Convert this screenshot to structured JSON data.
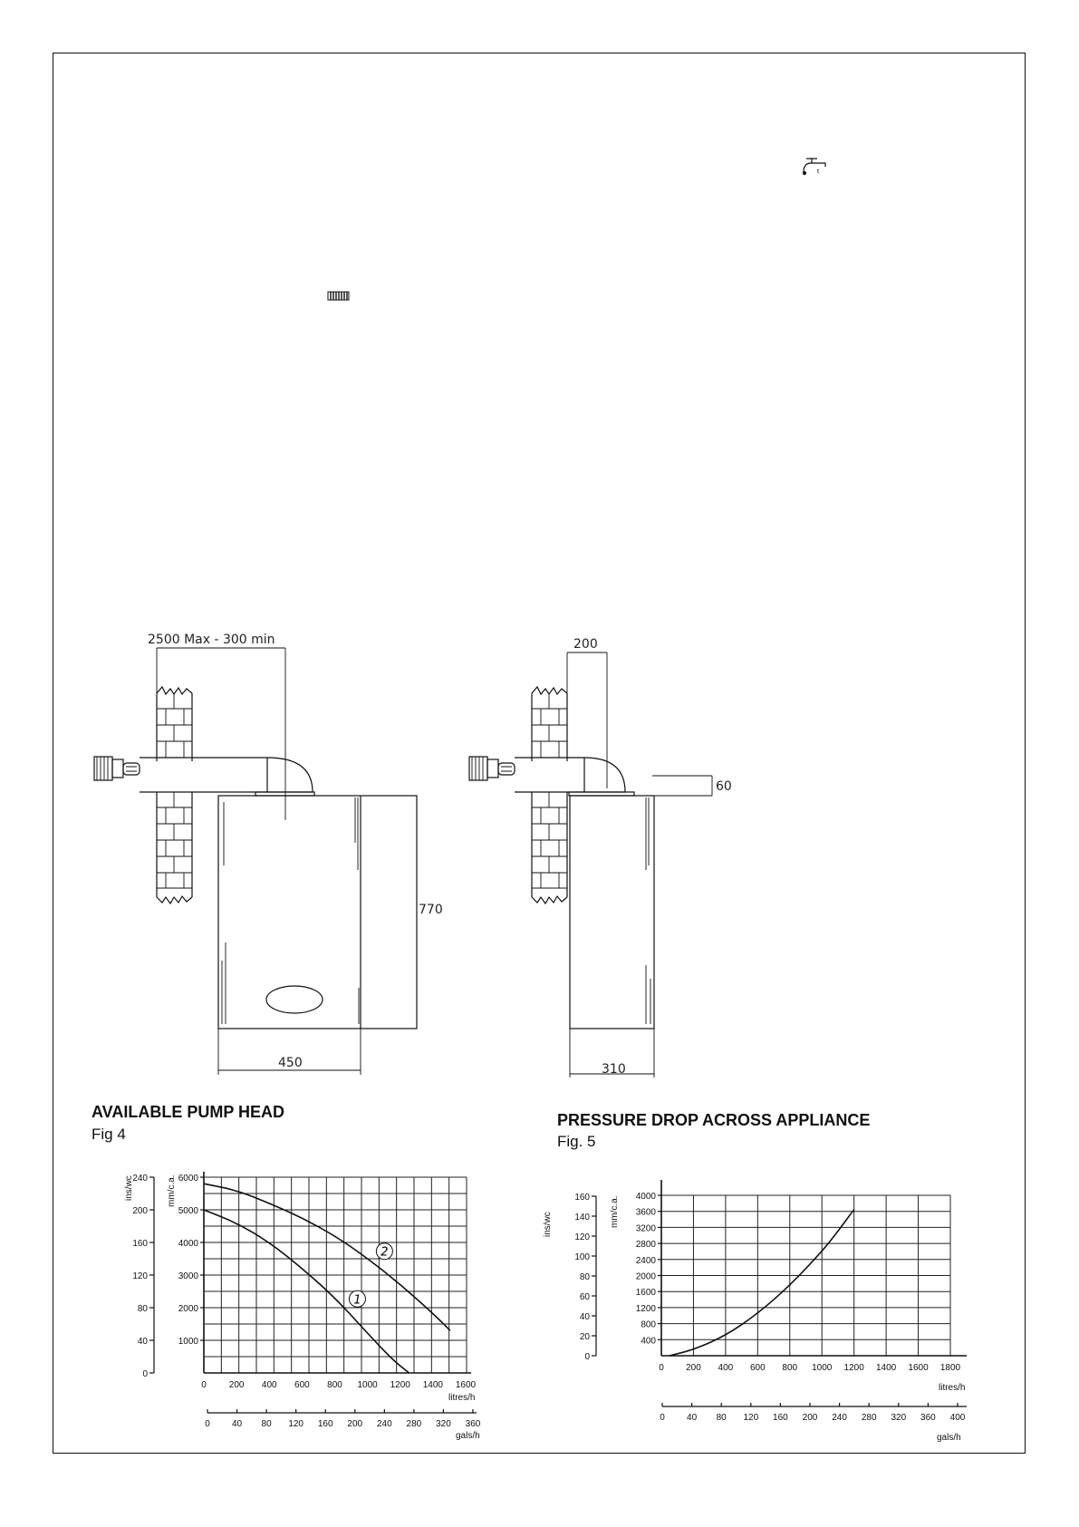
{
  "page": {
    "tap_icon": "tap-icon",
    "radiator_icon": "radiator-icon"
  },
  "drawing_left": {
    "dim_flue": "2500 Max - 300 min",
    "dim_height": "770",
    "dim_width": "450"
  },
  "drawing_right": {
    "dim_offset": "200",
    "dim_top": "60",
    "dim_depth": "310"
  },
  "fig4": {
    "title": "AVAILABLE PUMP HEAD",
    "label": "Fig 4",
    "ins_unit": "ins/wc",
    "mm_unit": "mm/c.a.",
    "litres_unit": "litres/h",
    "gals_unit": "gals/h",
    "curve1_label": "1",
    "curve2_label": "2"
  },
  "fig5": {
    "title": "PRESSURE DROP ACROSS APPLIANCE",
    "label": "Fig. 5",
    "ins_unit": "ins/wc",
    "mm_unit": "mm/c.a.",
    "litres_unit": "litres/h",
    "gals_unit": "gals/h"
  },
  "chart_data": [
    {
      "type": "line",
      "title": "AVAILABLE PUMP HEAD",
      "xlabel": "litres/h",
      "ylabel": "mm/c.a.",
      "xlim": [
        0,
        1600
      ],
      "ylim": [
        0,
        6000
      ],
      "x_ticks": [
        "0",
        "200",
        "400",
        "600",
        "800",
        "1000",
        "1200",
        "1400",
        "1600"
      ],
      "y_ticks": [
        "1000",
        "2000",
        "3000",
        "4000",
        "5000",
        "6000"
      ],
      "secondary_y_ticks": [
        "0",
        "40",
        "80",
        "120",
        "160",
        "200",
        "240"
      ],
      "secondary_y_label": "ins/wc",
      "secondary_x_ticks": [
        "0",
        "40",
        "80",
        "120",
        "160",
        "200",
        "240",
        "280",
        "320",
        "360"
      ],
      "secondary_x_label": "gals/h",
      "grid": true,
      "series": [
        {
          "name": "1",
          "x": [
            0,
            200,
            400,
            600,
            800,
            1000,
            1150,
            1250
          ],
          "y": [
            5000,
            4600,
            4000,
            3200,
            2300,
            1200,
            400,
            0
          ]
        },
        {
          "name": "2",
          "x": [
            0,
            200,
            400,
            600,
            800,
            1000,
            1200,
            1400,
            1500
          ],
          "y": [
            5800,
            5600,
            5200,
            4750,
            4200,
            3500,
            2700,
            1800,
            1300
          ]
        }
      ]
    },
    {
      "type": "line",
      "title": "PRESSURE DROP ACROSS APPLIANCE",
      "xlabel": "litres/h",
      "ylabel": "mm/c.a.",
      "xlim": [
        0,
        1800
      ],
      "ylim": [
        0,
        4000
      ],
      "x_ticks": [
        "0",
        "200",
        "400",
        "600",
        "800",
        "1000",
        "1200",
        "1400",
        "1600",
        "1800"
      ],
      "y_ticks": [
        "400",
        "800",
        "1200",
        "1600",
        "2000",
        "2400",
        "2800",
        "3200",
        "3600",
        "4000"
      ],
      "secondary_y_ticks": [
        "0",
        "20",
        "40",
        "60",
        "80",
        "100",
        "120",
        "140",
        "160"
      ],
      "secondary_y_label": "ins/wc",
      "secondary_x_ticks": [
        "0",
        "40",
        "80",
        "120",
        "160",
        "200",
        "240",
        "280",
        "320",
        "360",
        "400"
      ],
      "secondary_x_label": "gals/h",
      "grid": true,
      "series": [
        {
          "x": [
            50,
            200,
            400,
            600,
            800,
            1000,
            1100,
            1200
          ],
          "y": [
            0,
            150,
            500,
            1050,
            1750,
            2600,
            3100,
            3650
          ]
        }
      ]
    }
  ]
}
